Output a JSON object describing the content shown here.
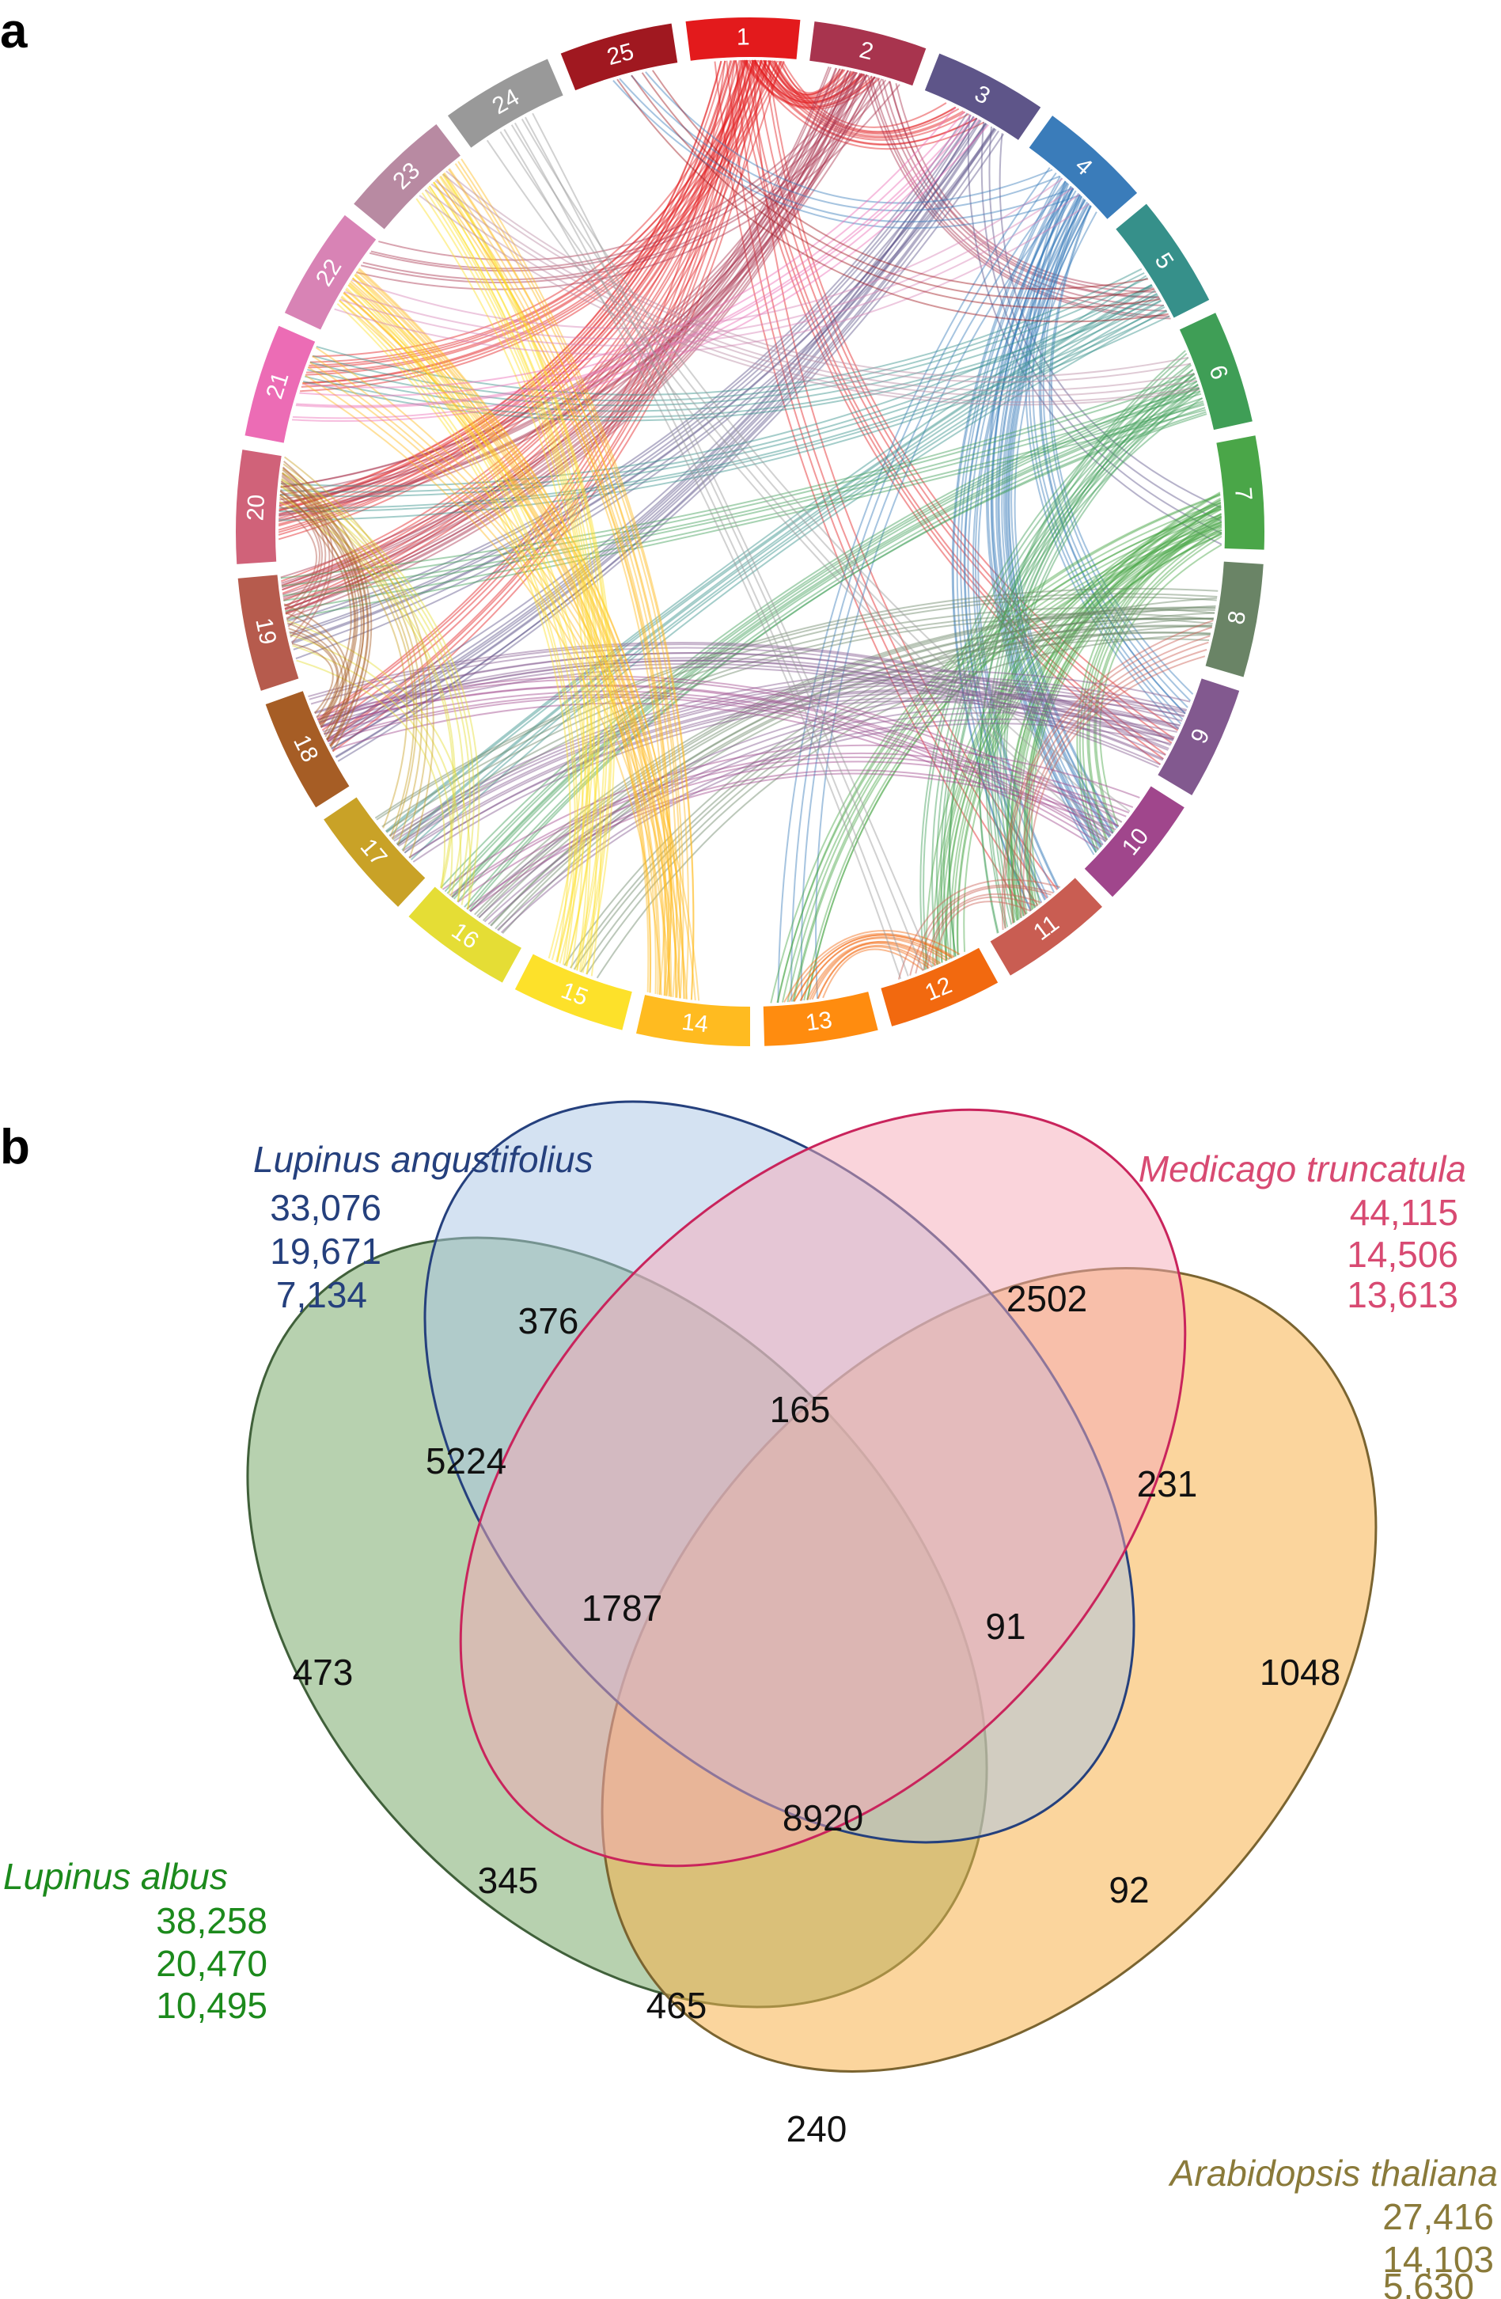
{
  "panel_a": {
    "label": "a",
    "segments": [
      {
        "label": "1",
        "color": "#e31a1c"
      },
      {
        "label": "2",
        "color": "#a8344e"
      },
      {
        "label": "3",
        "color": "#5e5589"
      },
      {
        "label": "4",
        "color": "#3a7cba"
      },
      {
        "label": "5",
        "color": "#36908a"
      },
      {
        "label": "6",
        "color": "#3f9e56"
      },
      {
        "label": "7",
        "color": "#4aa648"
      },
      {
        "label": "8",
        "color": "#6a8466"
      },
      {
        "label": "9",
        "color": "#82598f"
      },
      {
        "label": "10",
        "color": "#a0468c"
      },
      {
        "label": "11",
        "color": "#c95d52"
      },
      {
        "label": "12",
        "color": "#f2690f"
      },
      {
        "label": "13",
        "color": "#ff8c0f"
      },
      {
        "label": "14",
        "color": "#ffbb20"
      },
      {
        "label": "15",
        "color": "#fde12a"
      },
      {
        "label": "16",
        "color": "#e5dd35"
      },
      {
        "label": "17",
        "color": "#c9a227"
      },
      {
        "label": "18",
        "color": "#a65d25"
      },
      {
        "label": "19",
        "color": "#b65b4d"
      },
      {
        "label": "20",
        "color": "#d06279"
      },
      {
        "label": "21",
        "color": "#ec6cb5"
      },
      {
        "label": "22",
        "color": "#d883b5"
      },
      {
        "label": "23",
        "color": "#b88aa2"
      },
      {
        "label": "24",
        "color": "#999999"
      },
      {
        "label": "25",
        "color": "#a01820"
      }
    ],
    "links": [
      [
        1,
        2,
        18
      ],
      [
        1,
        3,
        10
      ],
      [
        1,
        20,
        14
      ],
      [
        1,
        21,
        10
      ],
      [
        1,
        18,
        8
      ],
      [
        1,
        19,
        8
      ],
      [
        1,
        9,
        6
      ],
      [
        1,
        11,
        4
      ],
      [
        2,
        19,
        14
      ],
      [
        2,
        20,
        10
      ],
      [
        2,
        5,
        8
      ],
      [
        2,
        22,
        6
      ],
      [
        3,
        18,
        10
      ],
      [
        3,
        19,
        8
      ],
      [
        3,
        7,
        4
      ],
      [
        4,
        10,
        16
      ],
      [
        4,
        11,
        10
      ],
      [
        4,
        9,
        8
      ],
      [
        4,
        13,
        4
      ],
      [
        4,
        25,
        4
      ],
      [
        5,
        17,
        8
      ],
      [
        5,
        21,
        6
      ],
      [
        5,
        20,
        6
      ],
      [
        6,
        11,
        10
      ],
      [
        6,
        16,
        10
      ],
      [
        6,
        12,
        8
      ],
      [
        6,
        19,
        6
      ],
      [
        7,
        11,
        14
      ],
      [
        7,
        12,
        12
      ],
      [
        7,
        13,
        10
      ],
      [
        7,
        10,
        8
      ],
      [
        8,
        16,
        10
      ],
      [
        8,
        17,
        6
      ],
      [
        8,
        15,
        6
      ],
      [
        9,
        17,
        10
      ],
      [
        9,
        18,
        10
      ],
      [
        9,
        16,
        6
      ],
      [
        10,
        18,
        8
      ],
      [
        10,
        16,
        6
      ],
      [
        11,
        12,
        6
      ],
      [
        11,
        8,
        6
      ],
      [
        12,
        13,
        12
      ],
      [
        14,
        22,
        16
      ],
      [
        14,
        23,
        10
      ],
      [
        14,
        21,
        6
      ],
      [
        15,
        23,
        12
      ],
      [
        15,
        22,
        8
      ],
      [
        16,
        20,
        6
      ],
      [
        16,
        19,
        4
      ],
      [
        17,
        20,
        6
      ],
      [
        18,
        20,
        10
      ],
      [
        18,
        19,
        6
      ],
      [
        19,
        20,
        6
      ],
      [
        21,
        3,
        6
      ],
      [
        22,
        4,
        4
      ],
      [
        23,
        6,
        6
      ],
      [
        24,
        10,
        4
      ],
      [
        25,
        5,
        4
      ],
      [
        24,
        12,
        4
      ]
    ]
  },
  "panel_b": {
    "label": "b",
    "sets": [
      {
        "name": "Lupinus angustifolius",
        "counts": [
          "33,076",
          "19,671",
          "7,134"
        ],
        "text_color": "#25407d",
        "fill": "#a9c6e5",
        "stroke": "#25407d"
      },
      {
        "name": "Medicago truncatula",
        "counts": [
          "44,115",
          "14,506",
          "13,613"
        ],
        "text_color": "#d84a72",
        "fill": "#f5a9b8",
        "stroke": "#c9245c"
      },
      {
        "name": "Lupinus albus",
        "counts": [
          "38,258",
          "20,470",
          "10,495"
        ],
        "text_color": "#1c8a1c",
        "fill": "#7bab6e",
        "stroke": "#40603a"
      },
      {
        "name": "Arabidopsis thaliana",
        "counts": [
          "27,416",
          "14,103",
          "5,630"
        ],
        "text_color": "#8a7a3a",
        "fill": "#f7b34c",
        "stroke": "#7a6430"
      }
    ],
    "regions": {
      "angustifolius_only": "376",
      "medicago_only": "2502",
      "albus_only": "473",
      "arabidopsis_only": "1048",
      "ang_med": "165",
      "ang_alb": "5224",
      "med_ara": "231",
      "ang_med_alb": "1787",
      "ang_med_ara": "91",
      "all_four": "8920",
      "med_alb": "345",
      "ang_ara": "92",
      "med_alb_ara": "465",
      "alb_ara": "240"
    }
  }
}
